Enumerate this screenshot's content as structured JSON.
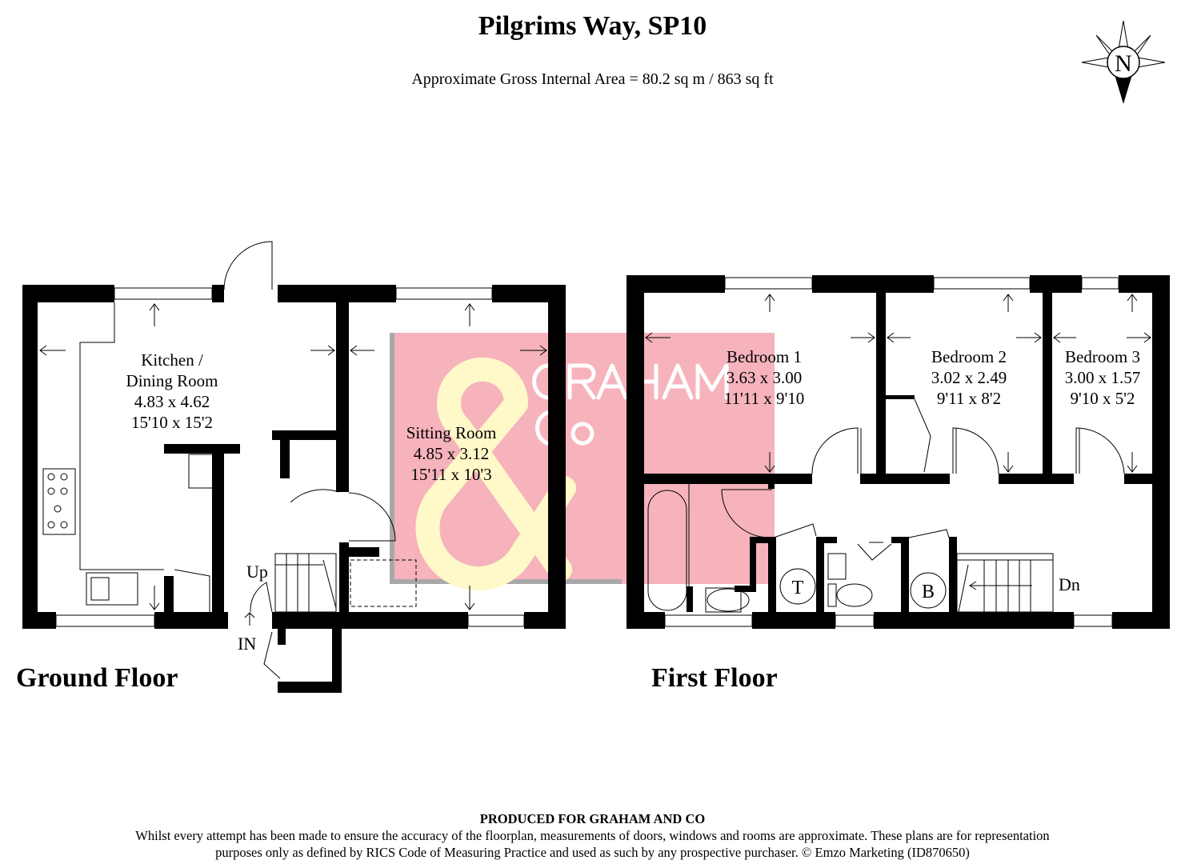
{
  "header": {
    "title": "Pilgrims Way, SP10",
    "subtitle": "Approximate Gross Internal Area = 80.2 sq m / 863 sq ft",
    "compass_label": "N"
  },
  "ground_floor": {
    "label": "Ground Floor",
    "rooms": [
      {
        "name_line1": "Kitchen /",
        "name_line2": "Dining Room",
        "metric": "4.83 x 4.62",
        "imperial": "15'10 x 15'2"
      },
      {
        "name_line1": "Sitting Room",
        "metric": "4.85 x 3.12",
        "imperial": "15'11 x 10'3"
      }
    ],
    "stairs_label": "Up",
    "entrance_label": "IN"
  },
  "first_floor": {
    "label": "First Floor",
    "rooms": [
      {
        "name": "Bedroom 1",
        "metric": "3.63 x 3.00",
        "imperial": "11'11 x 9'10"
      },
      {
        "name": "Bedroom 2",
        "metric": "3.02 x 2.49",
        "imperial": "9'11 x 8'2"
      },
      {
        "name": "Bedroom 3",
        "metric": "3.00 x 1.57",
        "imperial": "9'10 x 5'2"
      }
    ],
    "tank_label": "T",
    "boiler_label": "B",
    "stairs_label": "Dn"
  },
  "watermark": {
    "text_line1": "GRAHAM",
    "text_line2": "Co",
    "symbol": "&",
    "color": "#f4a6b0",
    "symbol_color": "#fff8c8"
  },
  "footer": {
    "produced_for": "PRODUCED FOR GRAHAM AND CO",
    "disclaimer_line1": "Whilst every attempt has been made to ensure the accuracy of the floorplan, measurements of doors, windows and rooms are approximate. These plans are for representation",
    "disclaimer_line2": "purposes only as defined by RICS Code of Measuring Practice and used as such by any prospective purchaser. © Emzo Marketing (ID870650)"
  }
}
